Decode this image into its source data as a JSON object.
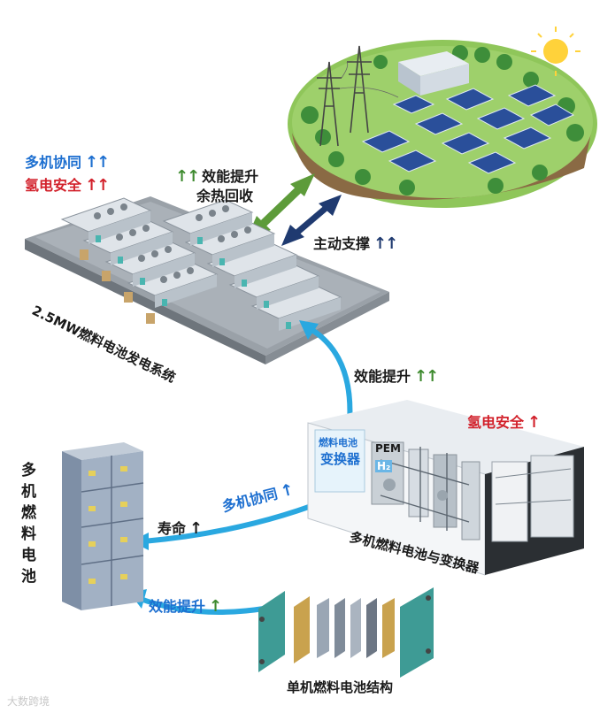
{
  "labels": {
    "multi_collab_top": "多机协同",
    "h2_safety_top": "氢电安全",
    "efficiency_heat_1": "效能提升",
    "efficiency_heat_2": "余热回收",
    "active_support": "主动支撑",
    "system_title": "2.5MW燃料电池发电系统",
    "efficiency_mid": "效能提升",
    "h2_safety_right": "氢电安全",
    "converter_label_1": "燃料电池",
    "converter_label_2": "变换器",
    "pem": "PEM",
    "h2": "H₂",
    "lifespan": "寿命",
    "multi_collab_mid": "多机协同",
    "container_title": "多机燃料电池与变换器",
    "stack_title": "多机燃料电池",
    "efficiency_low": "效能提升",
    "single_title": "单机燃料电池结构",
    "watermark": "大数跨境"
  },
  "arrows": {
    "up_double": "↑↑",
    "up_single": "↑",
    "bidirectional": "⇔"
  },
  "colors": {
    "accent_blue": "#1d6fd0",
    "accent_red": "#d2202a",
    "accent_green": "#3d8a2e",
    "accent_navy": "#1f3a70",
    "flow_blue": "#2aa8e0"
  }
}
